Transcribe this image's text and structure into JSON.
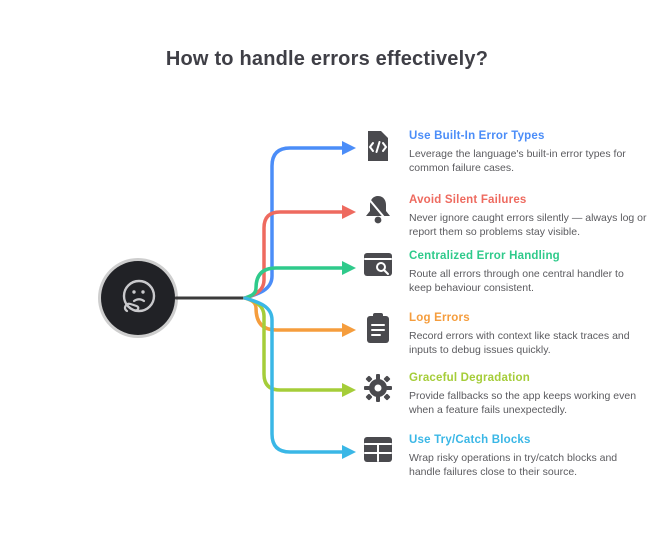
{
  "title": "How to handle errors effectively?",
  "center": {
    "icon": "thinking-face-icon",
    "background": "#212226"
  },
  "connector_color": "#3b3b3b",
  "nodes": [
    {
      "label": "Use Built-In Error Types",
      "color": "#4b8df8",
      "icon": "code-document-icon",
      "description": "Leverage the language's built-in error types for common failure cases."
    },
    {
      "label": "Avoid Silent Failures",
      "color": "#ee6a5f",
      "icon": "bell-slash-icon",
      "description": "Never ignore caught errors silently — always log or report them so problems stay visible."
    },
    {
      "label": "Centralized Error Handling",
      "color": "#2fca8b",
      "icon": "window-search-icon",
      "description": "Route all errors through one central handler to keep behaviour consistent."
    },
    {
      "label": "Log Errors",
      "color": "#f59d3d",
      "icon": "clipboard-icon",
      "description": "Record errors with context like stack traces and inputs to debug issues quickly."
    },
    {
      "label": "Graceful Degradation",
      "color": "#a5cd39",
      "icon": "gear-icon",
      "description": "Provide fallbacks so the app keeps working even when a feature fails unexpectedly."
    },
    {
      "label": "Use Try/Catch Blocks",
      "color": "#3ab7e6",
      "icon": "window-grid-icon",
      "description": "Wrap risky operations in try/catch blocks and handle failures close to their source."
    }
  ]
}
